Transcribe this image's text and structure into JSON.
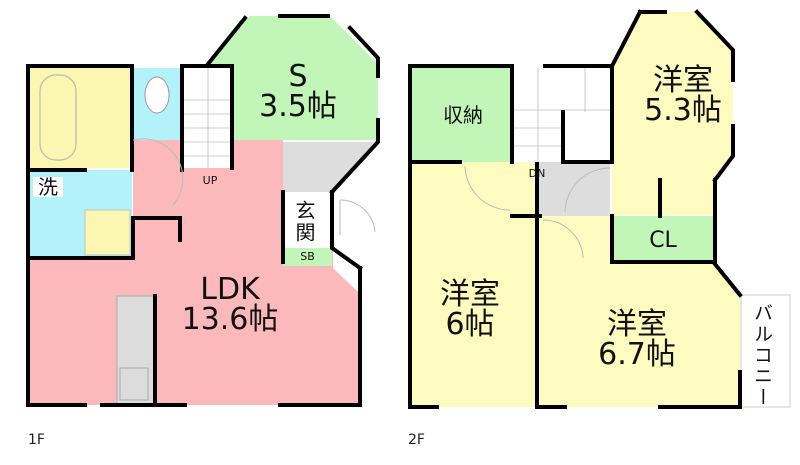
{
  "floors": [
    {
      "label": "1F",
      "rooms": {
        "storage_s": {
          "name": "S",
          "size": "3.5帖",
          "color": "#c2f5b8"
        },
        "ldk": {
          "name": "LDK",
          "size": "13.6帖",
          "color": "#fbb9bb"
        },
        "washroom": {
          "name": "洗",
          "color": "#b3f1fb"
        },
        "bath": {
          "color": "#fbf6b1"
        },
        "toilet": {
          "color": "#b3f1fb"
        },
        "entrance": {
          "name": "玄関",
          "color": "#ffffff"
        },
        "shoe_box": {
          "name": "SB",
          "color": "#c2f5b8"
        },
        "entrance_hall": {
          "color": "#dddddd"
        },
        "stairs": {
          "label": "UP"
        }
      }
    },
    {
      "label": "2F",
      "rooms": {
        "closet_storage": {
          "name": "収納",
          "color": "#c2f5b8"
        },
        "western_room_53": {
          "name": "洋室",
          "size": "5.3帖",
          "color": "#fdfbbf"
        },
        "western_room_6": {
          "name": "洋室",
          "size": "6帖",
          "color": "#fdfbbf"
        },
        "western_room_67": {
          "name": "洋室",
          "size": "6.7帖",
          "color": "#fdfbbf"
        },
        "closet": {
          "name": "CL",
          "color": "#c2f5b8"
        },
        "hall": {
          "color": "#dddddd"
        },
        "balcony": {
          "name": "バルコニー"
        },
        "stairs": {
          "label": "DN"
        }
      }
    }
  ]
}
